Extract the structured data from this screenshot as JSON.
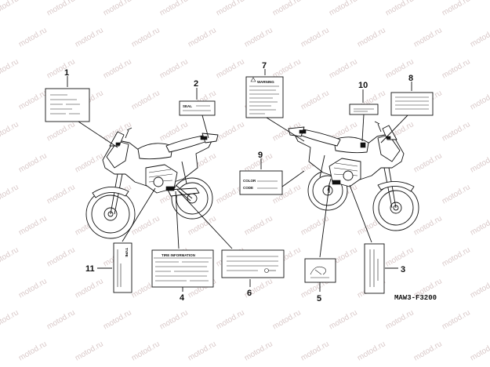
{
  "watermark": "motod.ru",
  "figure_code": "MAW3-F3200",
  "callouts": [
    "1",
    "2",
    "3",
    "4",
    "5",
    "6",
    "7",
    "8",
    "9",
    "10",
    "11"
  ],
  "labels": {
    "warning_title": "WARNING",
    "tire_title": "TIRE INFORMATION",
    "color_text": "COLOR",
    "code_text": "CODE",
    "type_text": "TYPE"
  }
}
